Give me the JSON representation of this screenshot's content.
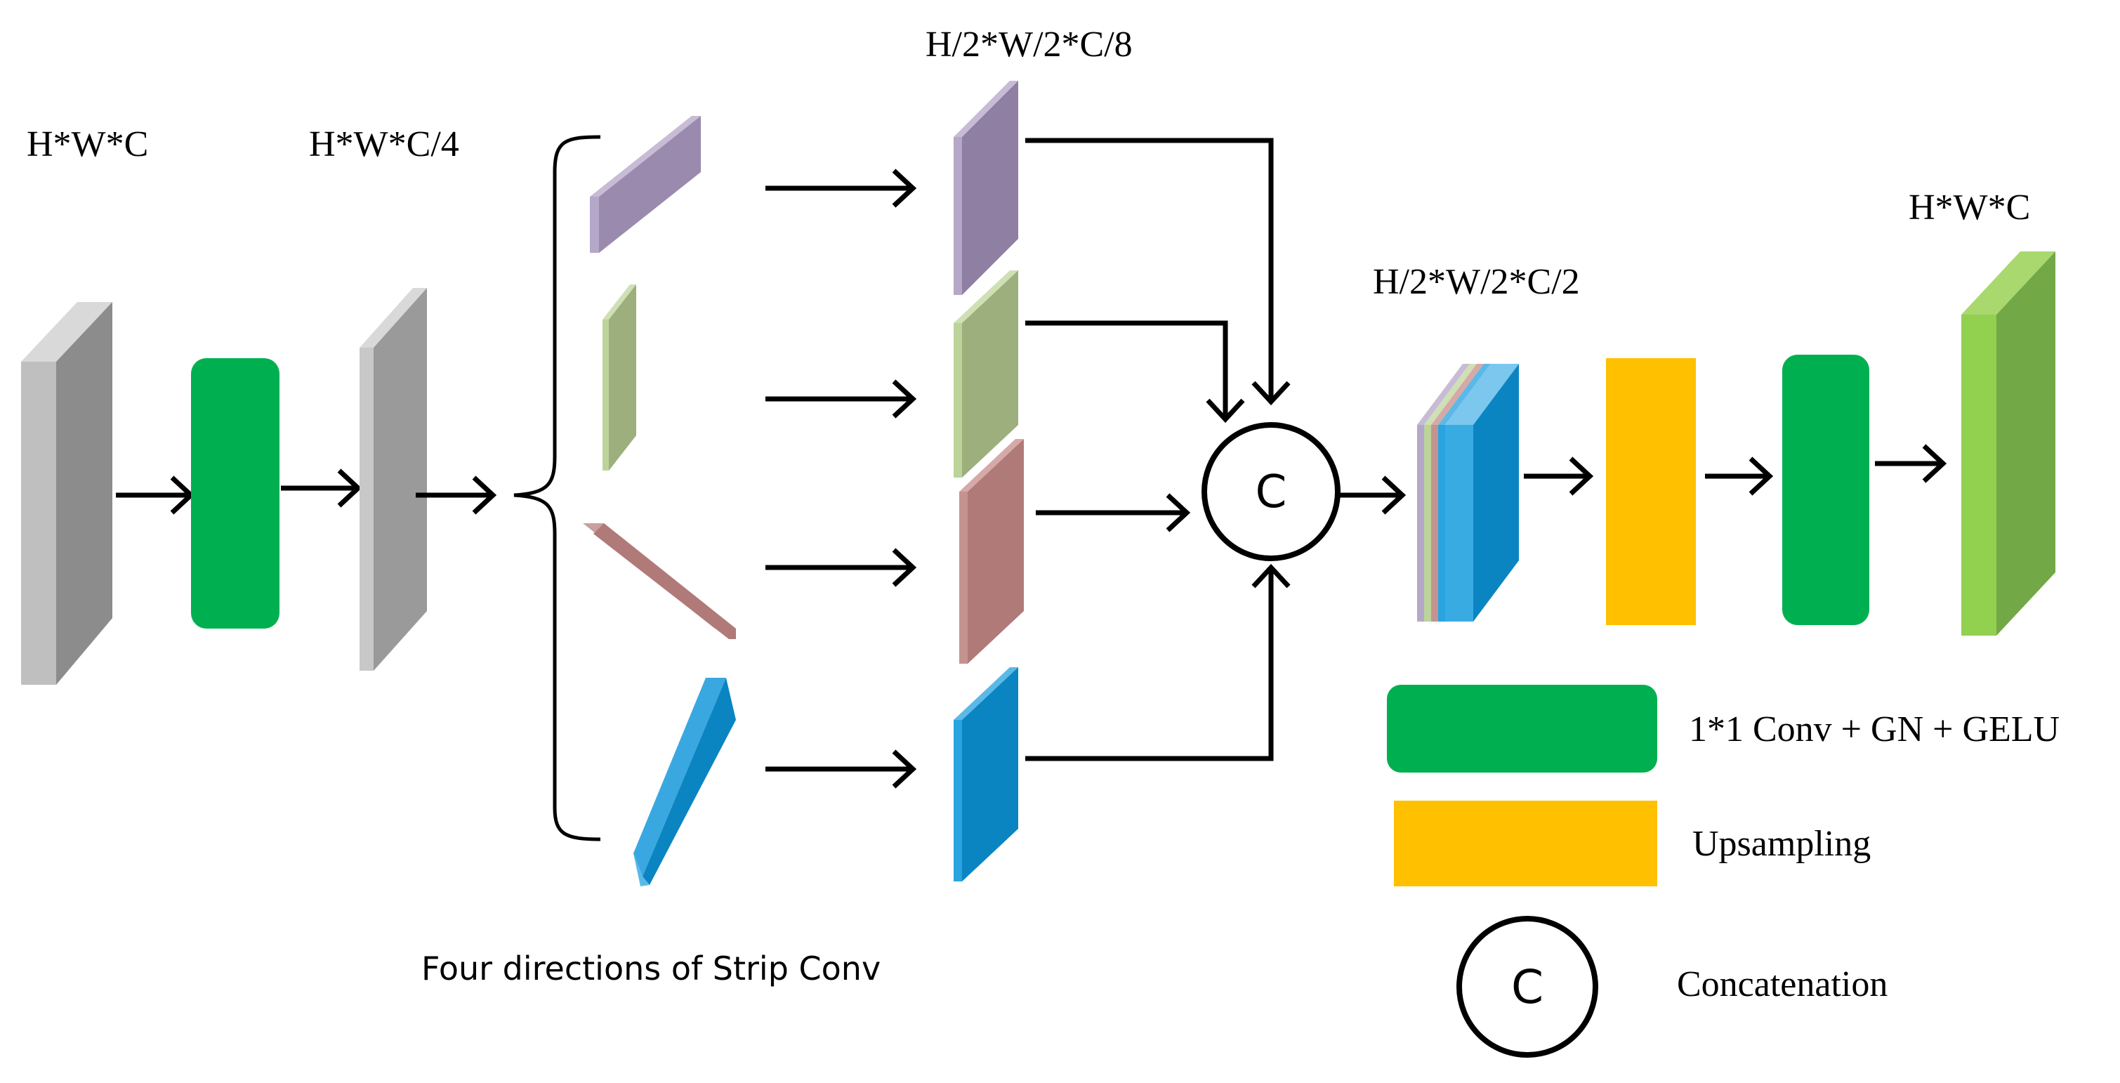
{
  "labels": {
    "input_dims": "H*W*C",
    "reduced_dims": "H*W*C/4",
    "strip_out_dims": "H/2*W/2*C/8",
    "concat_dims": "H/2*W/2*C/2",
    "output_dims": "H*W*C",
    "strip_caption": "Four directions of Strip Conv",
    "concat_symbol": "C"
  },
  "legend": {
    "conv_label": "1*1 Conv + GN + GELU",
    "upsampling_label": "Upsampling",
    "concat_label": "Concatenation",
    "concat_symbol": "C"
  },
  "colors": {
    "conv": "#00B050",
    "upsampling": "#FFC000",
    "feature_gray": "#a6a6a6",
    "strip_horizontal": "#9a8aae",
    "strip_vertical": "#9caf7c",
    "strip_diagonal": "#b07a78",
    "strip_antidiagonal": "#0a8fce",
    "output": "#8bc34a"
  }
}
